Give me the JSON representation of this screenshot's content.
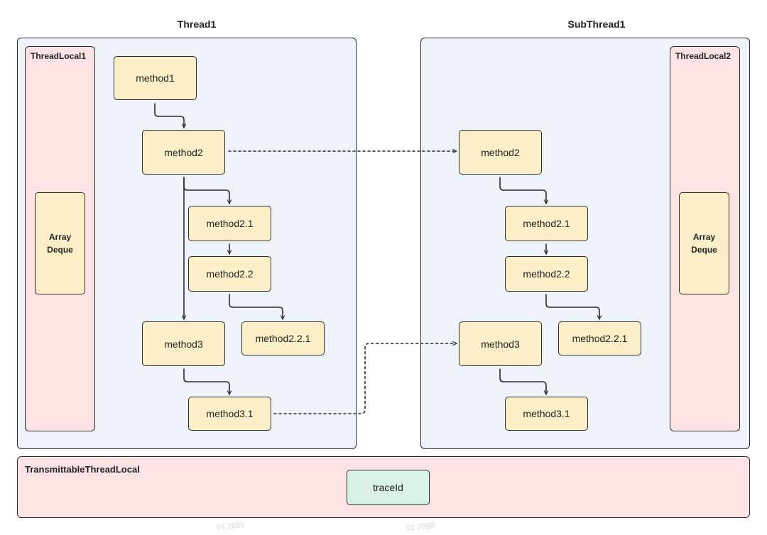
{
  "diagram": {
    "thread1_title": "Thread1",
    "subthread1_title": "SubThread1",
    "threadlocal1_label": "ThreadLocal1",
    "threadlocal2_label": "ThreadLocal2",
    "deque_left": {
      "line1": "Array",
      "line2": "Deque"
    },
    "deque_right": {
      "line1": "Array",
      "line2": "Deque"
    },
    "thread1_methods": {
      "method1": "method1",
      "method2": "method2",
      "method2_1": "method2.1",
      "method2_2": "method2.2",
      "method2_2_1": "method2.2.1",
      "method3": "method3",
      "method3_1": "method3.1"
    },
    "subthread1_methods": {
      "method2": "method2",
      "method2_1": "method2.1",
      "method2_2": "method2.2",
      "method2_2_1": "method2.2.1",
      "method3": "method3",
      "method3_1": "method3.1"
    },
    "ttl_label": "TransmittableThreadLocal",
    "trace_id": "traceId",
    "watermark_left": "01 2099",
    "watermark_right": "01 2099"
  },
  "colors": {
    "thread_panel": "#eef3fc",
    "threadlocal_panel": "#fde3e4",
    "method_box": "#fdf0c8",
    "trace_box": "#d9f2e3",
    "stroke": "#2b2b2b"
  }
}
